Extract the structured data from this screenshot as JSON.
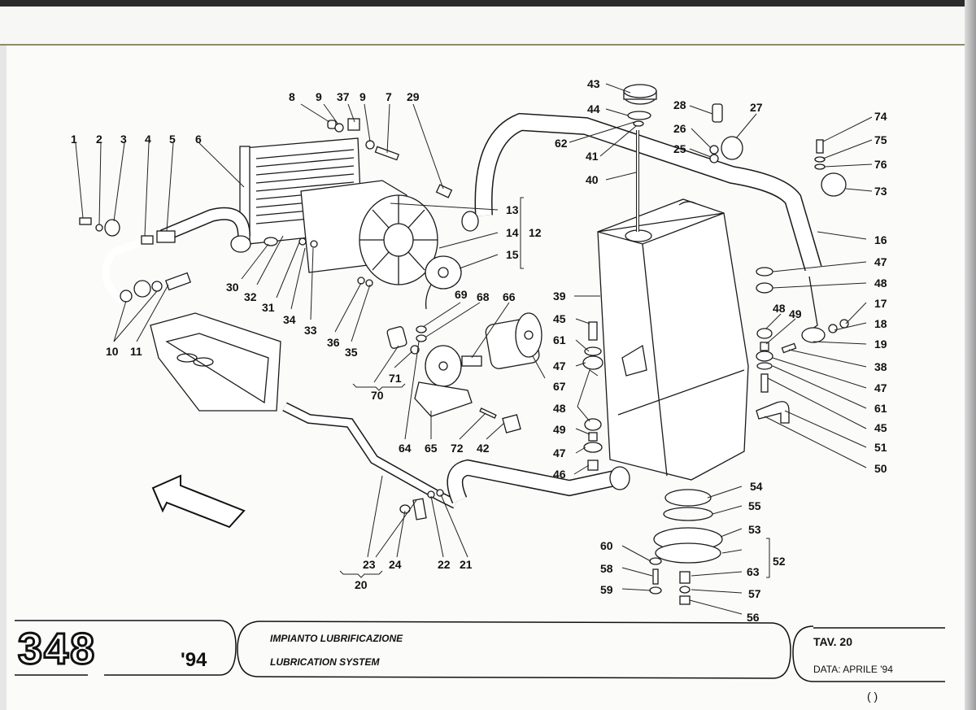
{
  "document": {
    "model_logo": "348",
    "model_year": "'94",
    "title_it": "IMPIANTO LUBRIFICAZIONE",
    "title_en": "LUBRICATION SYSTEM",
    "table_number": "TAV. 20",
    "date": "DATA: APRILE '94",
    "page_mark": "( )"
  },
  "callouts": [
    {
      "id": "1",
      "text": "1"
    },
    {
      "id": "2",
      "text": "2"
    },
    {
      "id": "3",
      "text": "3"
    },
    {
      "id": "4",
      "text": "4"
    },
    {
      "id": "5",
      "text": "5"
    },
    {
      "id": "6",
      "text": "6"
    },
    {
      "id": "7",
      "text": "7"
    },
    {
      "id": "8",
      "text": "8"
    },
    {
      "id": "9a",
      "text": "9"
    },
    {
      "id": "37",
      "text": "37"
    },
    {
      "id": "9b",
      "text": "9"
    },
    {
      "id": "29",
      "text": "29"
    },
    {
      "id": "10",
      "text": "10"
    },
    {
      "id": "11",
      "text": "11"
    },
    {
      "id": "12",
      "text": "12"
    },
    {
      "id": "13",
      "text": "13"
    },
    {
      "id": "14",
      "text": "14"
    },
    {
      "id": "15",
      "text": "15"
    },
    {
      "id": "16",
      "text": "16"
    },
    {
      "id": "17",
      "text": "17"
    },
    {
      "id": "18",
      "text": "18"
    },
    {
      "id": "19",
      "text": "19"
    },
    {
      "id": "20",
      "text": "20"
    },
    {
      "id": "21",
      "text": "21"
    },
    {
      "id": "22",
      "text": "22"
    },
    {
      "id": "23",
      "text": "23"
    },
    {
      "id": "24",
      "text": "24"
    },
    {
      "id": "25",
      "text": "25"
    },
    {
      "id": "26",
      "text": "26"
    },
    {
      "id": "27",
      "text": "27"
    },
    {
      "id": "28",
      "text": "28"
    },
    {
      "id": "30",
      "text": "30"
    },
    {
      "id": "31",
      "text": "31"
    },
    {
      "id": "32",
      "text": "32"
    },
    {
      "id": "33",
      "text": "33"
    },
    {
      "id": "34",
      "text": "34"
    },
    {
      "id": "35",
      "text": "35"
    },
    {
      "id": "36",
      "text": "36"
    },
    {
      "id": "38",
      "text": "38"
    },
    {
      "id": "39",
      "text": "39"
    },
    {
      "id": "40",
      "text": "40"
    },
    {
      "id": "41",
      "text": "41"
    },
    {
      "id": "42",
      "text": "42"
    },
    {
      "id": "43",
      "text": "43"
    },
    {
      "id": "44",
      "text": "44"
    },
    {
      "id": "45a",
      "text": "45"
    },
    {
      "id": "45b",
      "text": "45"
    },
    {
      "id": "46",
      "text": "46"
    },
    {
      "id": "47a",
      "text": "47"
    },
    {
      "id": "47b",
      "text": "47"
    },
    {
      "id": "47c",
      "text": "47"
    },
    {
      "id": "47d",
      "text": "47"
    },
    {
      "id": "48a",
      "text": "48"
    },
    {
      "id": "48b",
      "text": "48"
    },
    {
      "id": "48c",
      "text": "48"
    },
    {
      "id": "49a",
      "text": "49"
    },
    {
      "id": "49b",
      "text": "49"
    },
    {
      "id": "50",
      "text": "50"
    },
    {
      "id": "51",
      "text": "51"
    },
    {
      "id": "52",
      "text": "52"
    },
    {
      "id": "53",
      "text": "53"
    },
    {
      "id": "54",
      "text": "54"
    },
    {
      "id": "55",
      "text": "55"
    },
    {
      "id": "56",
      "text": "56"
    },
    {
      "id": "57",
      "text": "57"
    },
    {
      "id": "58",
      "text": "58"
    },
    {
      "id": "59",
      "text": "59"
    },
    {
      "id": "60",
      "text": "60"
    },
    {
      "id": "61a",
      "text": "61"
    },
    {
      "id": "61b",
      "text": "61"
    },
    {
      "id": "62",
      "text": "62"
    },
    {
      "id": "63",
      "text": "63"
    },
    {
      "id": "64",
      "text": "64"
    },
    {
      "id": "65",
      "text": "65"
    },
    {
      "id": "66",
      "text": "66"
    },
    {
      "id": "67",
      "text": "67"
    },
    {
      "id": "68",
      "text": "68"
    },
    {
      "id": "69",
      "text": "69"
    },
    {
      "id": "70",
      "text": "70"
    },
    {
      "id": "71",
      "text": "71"
    },
    {
      "id": "72",
      "text": "72"
    },
    {
      "id": "73",
      "text": "73"
    },
    {
      "id": "74",
      "text": "74"
    },
    {
      "id": "75",
      "text": "75"
    },
    {
      "id": "76",
      "text": "76"
    }
  ]
}
